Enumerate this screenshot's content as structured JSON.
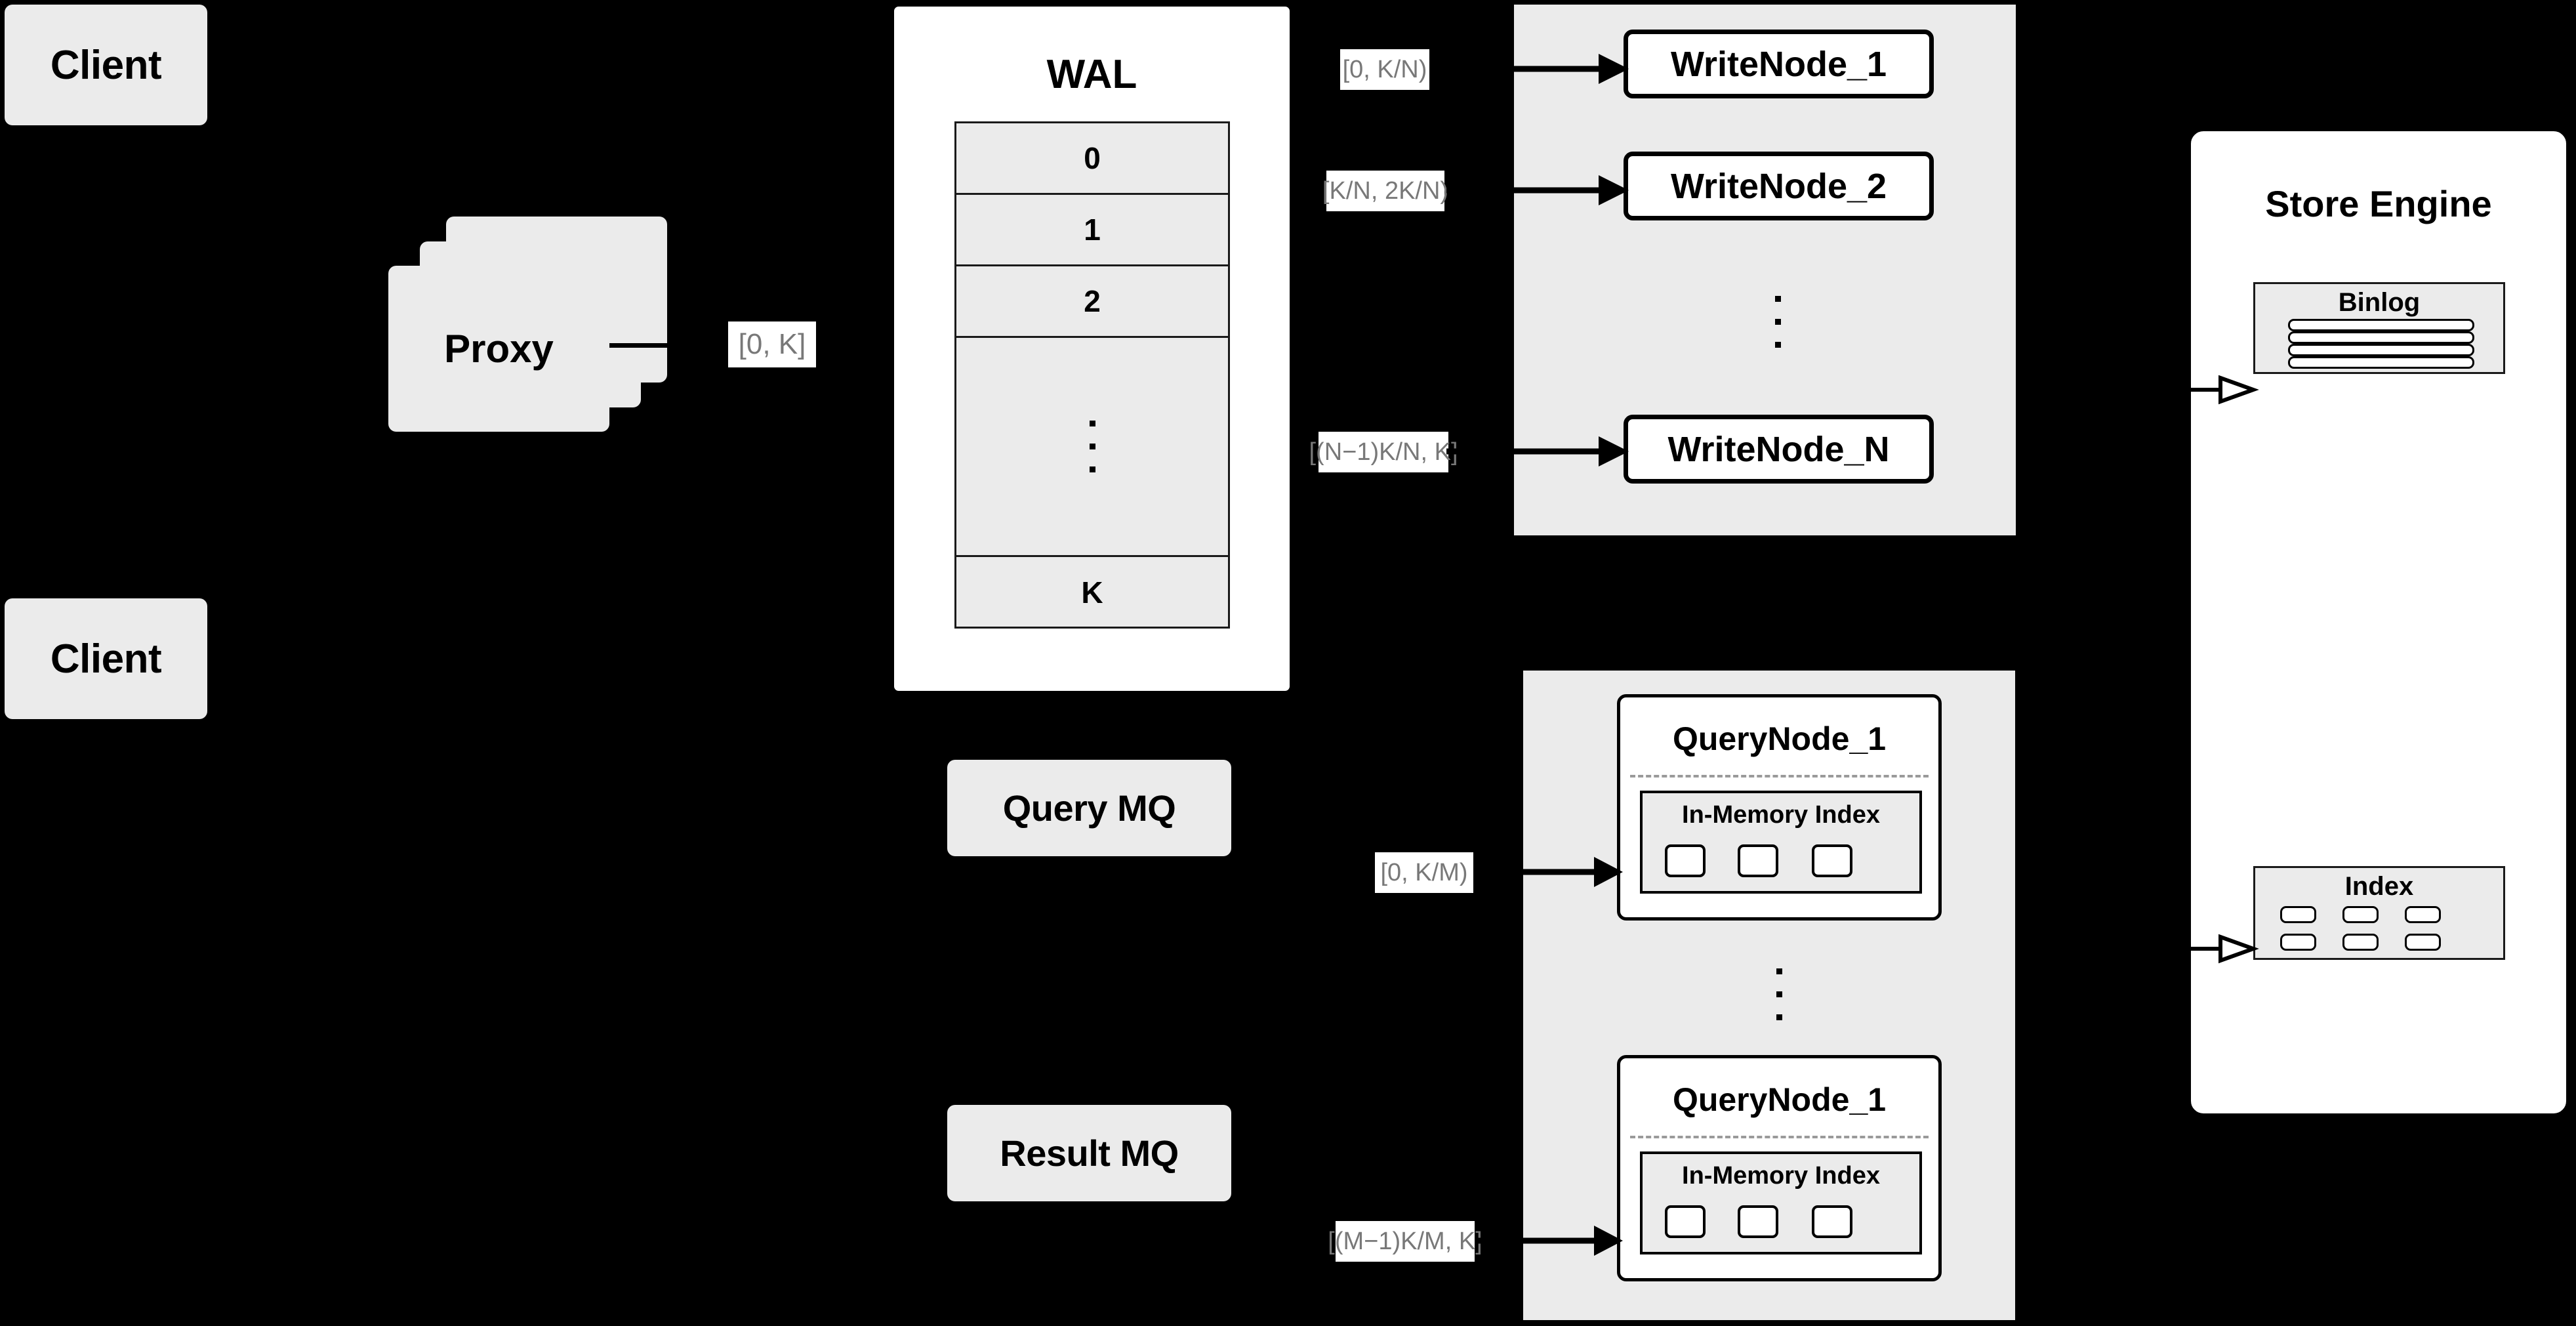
{
  "diagram": {
    "title": "Distributed Write/Query Architecture",
    "background_color": "#000000",
    "panel_color": "#ebebeb",
    "node_fill": "#ffffff",
    "label_text_color": "#787878"
  },
  "clients": [
    {
      "label": "Client"
    },
    {
      "label": "Client"
    }
  ],
  "proxy": {
    "label": "Proxy",
    "stack_count": 3,
    "out_label": "[0, K]"
  },
  "wal": {
    "title": "WAL",
    "rows": [
      {
        "label": "0"
      },
      {
        "label": "1"
      },
      {
        "label": "2"
      },
      {
        "label": "",
        "dots": true
      },
      {
        "label": "K"
      }
    ]
  },
  "write_group": {
    "nodes": [
      {
        "label": "WriteNode_1",
        "range": "[0,  K/N)"
      },
      {
        "label": "WriteNode_2",
        "range": "[K/N, 2K/N)"
      },
      {
        "label": "WriteNode_N",
        "range": "[(N−1)K/N,  K]"
      }
    ],
    "ellipsis_dots": 3
  },
  "mq": {
    "query": "Query MQ",
    "result": "Result MQ"
  },
  "query_group": {
    "nodes": [
      {
        "label": "QueryNode_1",
        "range": "[0, K/M)",
        "index_title": "In-Memory Index",
        "index_cells": 3
      },
      {
        "label": "QueryNode_1",
        "range": "[(M−1)K/M, K]",
        "index_title": "In-Memory Index",
        "index_cells": 3
      }
    ],
    "ellipsis_dots": 3
  },
  "store_engine": {
    "title": "Store Engine",
    "binlog": {
      "title": "Binlog",
      "bars": 4
    },
    "index": {
      "title": "Index",
      "rows": 2,
      "cols": 3
    }
  }
}
